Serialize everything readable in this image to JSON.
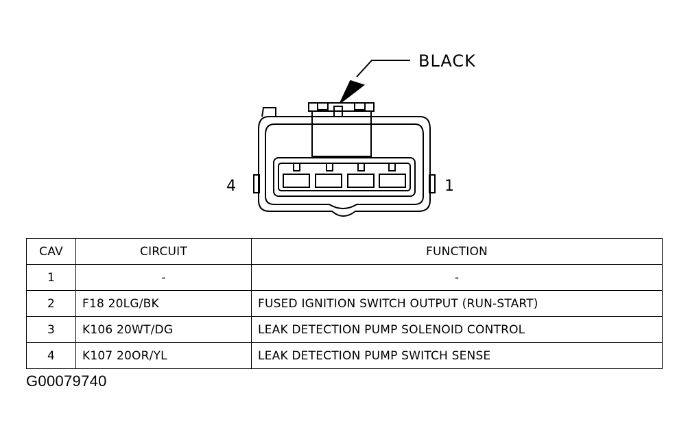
{
  "diagram": {
    "color_label": "BLACK",
    "pin_label_left": "4",
    "pin_label_right": "1"
  },
  "table": {
    "headers": [
      "CAV",
      "CIRCUIT",
      "FUNCTION"
    ],
    "rows": [
      {
        "cav": "1",
        "circuit": "-",
        "function": "-"
      },
      {
        "cav": "2",
        "circuit": "F18 20LG/BK",
        "function": "FUSED IGNITION SWITCH OUTPUT (RUN-START)"
      },
      {
        "cav": "3",
        "circuit": "K106 20WT/DG",
        "function": "LEAK DETECTION PUMP SOLENOID CONTROL"
      },
      {
        "cav": "4",
        "circuit": "K107 20OR/YL",
        "function": "LEAK DETECTION PUMP SWITCH SENSE"
      }
    ]
  },
  "figure_id": "G00079740"
}
